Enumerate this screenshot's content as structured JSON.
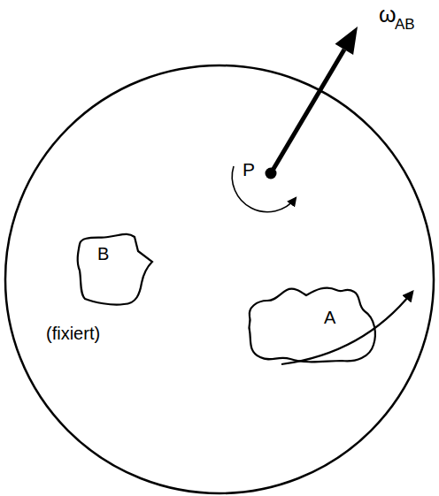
{
  "diagram": {
    "nodes": [
      {
        "text": [
          "B",
          "(fixiert)"
        ]
      },
      {
        "text": [
          "A"
        ]
      }
    ],
    "labels": [
      "ω",
      "AB",
      "P"
    ]
  }
}
